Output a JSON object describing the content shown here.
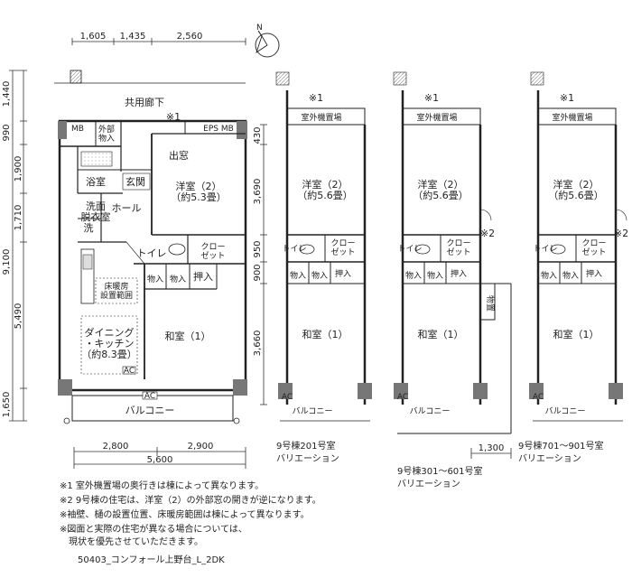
{
  "dimensions": {
    "top": [
      "1,605",
      "1,435",
      "2,560"
    ],
    "left": [
      "1,440",
      "990",
      "1,900",
      "1,710",
      "9,100",
      "5,490",
      "1,650"
    ],
    "bottom": [
      "2,800",
      "2,900",
      "5,600"
    ],
    "variant_201": [
      "430",
      "3,690",
      "950",
      "900",
      "3,660"
    ],
    "variant_extra": "1,300"
  },
  "main_plan": {
    "corridor": "共用廊下",
    "mb_left": "MB",
    "storage_out": "外部\n物入",
    "note1_mark": "※1",
    "eps_mb": "EPS MB",
    "entrance": "出窓",
    "bath": "浴室",
    "genkan": "玄関",
    "washroom": "洗面\n脱衣室",
    "hall": "ホール",
    "washer": "洗",
    "western_room": "洋室（2）\n（約5.3畳）",
    "toilet": "トイレ",
    "closet": "クロー\nゼット",
    "storage1": "物入",
    "storage2": "物入",
    "oshiire": "押入",
    "floor_heating": "床暖房\n設置範囲",
    "dining_kitchen": "ダイニング\n・キッチン\n（約8.3畳）",
    "japanese_room": "和室（1）",
    "ac": "AC",
    "balcony": "バルコニー"
  },
  "variants": [
    {
      "note_mark": "※1",
      "outdoor_unit": "室外機置場",
      "western_room": "洋室（2）\n（約5.6畳）",
      "toilet": "トイレ",
      "closet": "クロー\nゼット",
      "storage1": "物入",
      "storage2": "物入",
      "oshiire": "押入",
      "japanese_room": "和室（1）",
      "ac": "AC",
      "balcony": "バルコニー",
      "caption": "9号棟201号室\nバリエーション"
    },
    {
      "note_mark": "※1",
      "outdoor_unit": "室外機置場",
      "western_room": "洋室（2）\n（約5.6畳）",
      "note2_mark": "※2",
      "toilet": "トイレ",
      "closet": "クロー\nゼット",
      "storage1": "物入",
      "storage2": "物入",
      "oshiire": "押入",
      "japanese_room": "和室（1）",
      "extra_storage": "物置",
      "ac": "AC",
      "balcony": "バルコニー",
      "caption": "9号棟301～601号室\nバリエーション"
    },
    {
      "note_mark": "※1",
      "outdoor_unit": "室外機置場",
      "western_room": "洋室（2）\n（約5.6畳）",
      "note2_mark": "※2",
      "toilet": "トイレ",
      "closet": "クロー\nゼット",
      "storage1": "物入",
      "storage2": "物入",
      "oshiire": "押入",
      "japanese_room": "和室（1）",
      "ac": "AC",
      "balcony": "バルコニー",
      "caption": "9号棟701～901号室\nバリエーション"
    }
  ],
  "notes": [
    "※1 室外機置場の奥行きは棟によって異なります。",
    "※2 9号棟の住宅は、洋室（2）の外部窓の開きが逆になります。",
    "※袖壁、樋の設置位置、床暖房範囲は棟によって異なります。",
    "※図面と実際の住宅が異なる場合については、",
    "　現状を優先させていただきます。"
  ],
  "footer": "50403_コンフォール上野台_L_2DK",
  "north_label": "N"
}
